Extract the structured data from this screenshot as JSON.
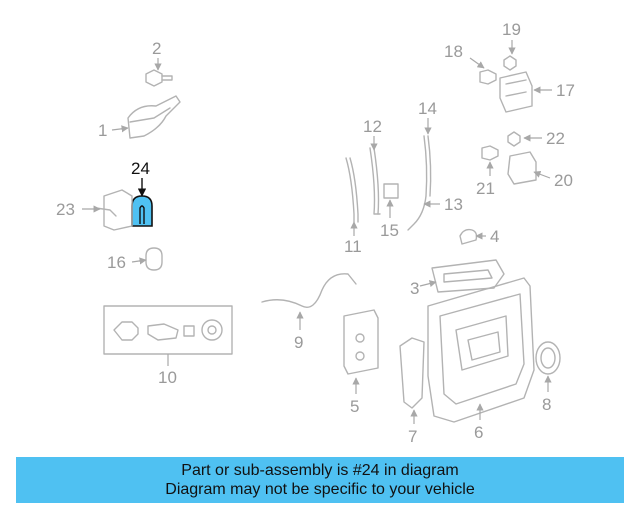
{
  "colors": {
    "highlight_fill": "#4fc1f2",
    "banner_bg": "#4fc1f2",
    "line_gray": "#b3b3b3",
    "label_gray": "#9a9a9a"
  },
  "diagram": {
    "callouts": {
      "c1": "1",
      "c2": "2",
      "c3": "3",
      "c4": "4",
      "c5": "5",
      "c6": "6",
      "c7": "7",
      "c8": "8",
      "c9": "9",
      "c10": "10",
      "c11": "11",
      "c12": "12",
      "c13": "13",
      "c14": "14",
      "c15": "15",
      "c16": "16",
      "c17": "17",
      "c18": "18",
      "c19": "19",
      "c20": "20",
      "c21": "21",
      "c22": "22",
      "c23": "23",
      "c24": "24"
    }
  },
  "banner": {
    "line1": "Part or sub-assembly is #24 in diagram",
    "line2": "Diagram may not be specific to your vehicle"
  }
}
